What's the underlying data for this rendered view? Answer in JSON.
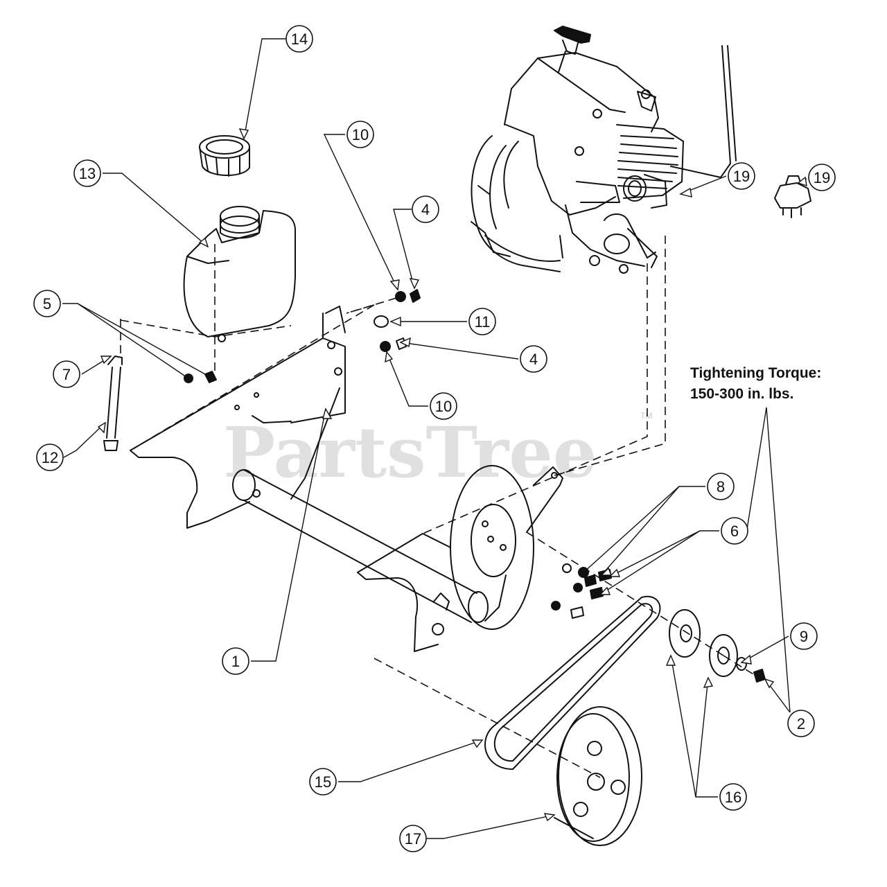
{
  "torque_note": {
    "line1": "Tightening Torque:",
    "line2": "150-300 in. lbs."
  },
  "watermark": {
    "text": "PartsTree",
    "tm": "TM"
  },
  "callouts": [
    {
      "id": "c14",
      "label": "14"
    },
    {
      "id": "c13",
      "label": "13"
    },
    {
      "id": "c10a",
      "label": "10"
    },
    {
      "id": "c4a",
      "label": "4"
    },
    {
      "id": "c5",
      "label": "5"
    },
    {
      "id": "c11",
      "label": "11"
    },
    {
      "id": "c4b",
      "label": "4"
    },
    {
      "id": "c7",
      "label": "7"
    },
    {
      "id": "c10b",
      "label": "10"
    },
    {
      "id": "c12",
      "label": "12"
    },
    {
      "id": "c19a",
      "label": "19"
    },
    {
      "id": "c19b",
      "label": "19"
    },
    {
      "id": "c8",
      "label": "8"
    },
    {
      "id": "c6",
      "label": "6"
    },
    {
      "id": "c9",
      "label": "9"
    },
    {
      "id": "c2",
      "label": "2"
    },
    {
      "id": "c1",
      "label": "1"
    },
    {
      "id": "c15",
      "label": "15"
    },
    {
      "id": "c16",
      "label": "16"
    },
    {
      "id": "c17",
      "label": "17"
    }
  ]
}
